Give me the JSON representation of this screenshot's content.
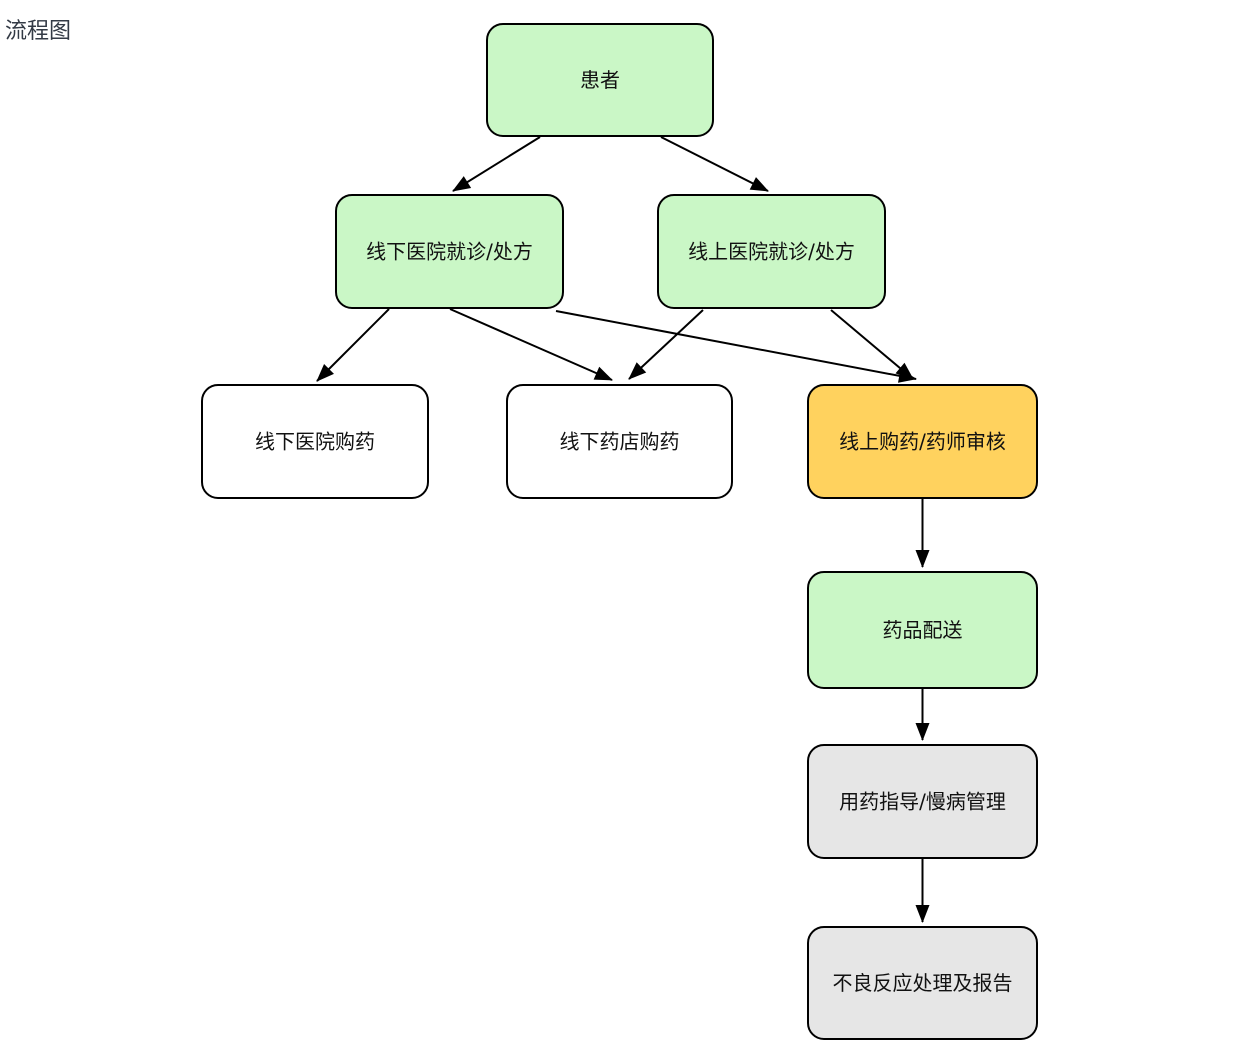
{
  "title": "流程图",
  "colors": {
    "node_green": "#caf7c6",
    "node_orange": "#ffd25e",
    "node_gray": "#e6e6e6",
    "node_white": "#ffffff",
    "node_border": "#000000",
    "edge": "#000000",
    "text": "#111111",
    "title_text": "#333a45",
    "background": "#ffffff"
  },
  "nodes": {
    "patient": {
      "label": "患者",
      "fill": "#caf7c6"
    },
    "offline_visit": {
      "label": "线下医院就诊/处方",
      "fill": "#caf7c6"
    },
    "online_visit": {
      "label": "线上医院就诊/处方",
      "fill": "#caf7c6"
    },
    "offline_hospital_buy": {
      "label": "线下医院购药",
      "fill": "#ffffff"
    },
    "offline_pharmacy_buy": {
      "label": "线下药店购药",
      "fill": "#ffffff"
    },
    "online_buy_review": {
      "label": "线上购药/药师审核",
      "fill": "#ffd25e"
    },
    "delivery": {
      "label": "药品配送",
      "fill": "#caf7c6"
    },
    "guidance": {
      "label": "用药指导/慢病管理",
      "fill": "#e6e6e6"
    },
    "adverse": {
      "label": "不良反应处理及报告",
      "fill": "#e6e6e6"
    }
  },
  "edges": [
    {
      "from": "patient",
      "to": "offline_visit"
    },
    {
      "from": "patient",
      "to": "online_visit"
    },
    {
      "from": "offline_visit",
      "to": "offline_hospital_buy"
    },
    {
      "from": "offline_visit",
      "to": "offline_pharmacy_buy"
    },
    {
      "from": "offline_visit",
      "to": "online_buy_review"
    },
    {
      "from": "online_visit",
      "to": "offline_pharmacy_buy"
    },
    {
      "from": "online_visit",
      "to": "online_buy_review"
    },
    {
      "from": "online_buy_review",
      "to": "delivery"
    },
    {
      "from": "delivery",
      "to": "guidance"
    },
    {
      "from": "guidance",
      "to": "adverse"
    }
  ]
}
